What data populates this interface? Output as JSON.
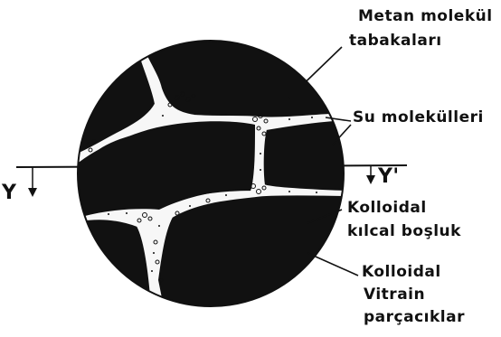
{
  "colors": {
    "ink": "#111111",
    "pore": "#f7f7f7",
    "background": "#ffffff"
  },
  "labels": {
    "methane_layers_line1": "Metan molekül",
    "methane_layers_line2": "tabakaları",
    "water_molecules": "Su molekülleri",
    "axis_left": "Y",
    "axis_right": "Y'",
    "capillary_line1": "Kolloidal",
    "capillary_line2": "kılcal boşluk",
    "vitrain_line1": "Kolloidal",
    "vitrain_line2": "Vitrain",
    "vitrain_line3": "parçacıklar"
  }
}
